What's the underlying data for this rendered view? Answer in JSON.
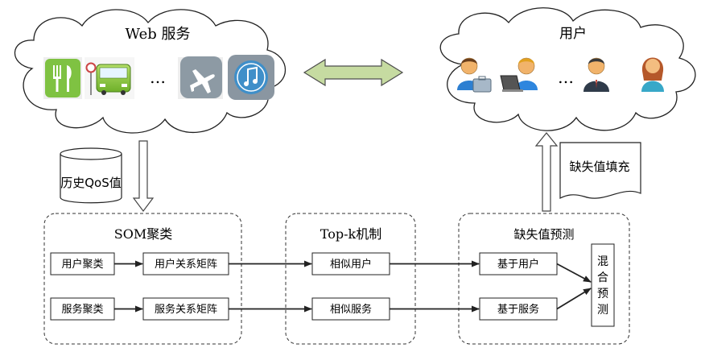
{
  "web_cloud": {
    "title": "Web 服务",
    "ellipsis": "…",
    "icons": [
      "restaurant-icon",
      "bus-icon",
      "airplane-icon",
      "music-icon"
    ]
  },
  "user_cloud": {
    "title": "用户",
    "ellipsis": "…",
    "icons": [
      "user-briefcase-icon",
      "user-laptop-icon",
      "user-suit-icon",
      "user-female-icon"
    ]
  },
  "database": {
    "label": "历史QoS值"
  },
  "fill_doc": {
    "label": "缺失值填充"
  },
  "som": {
    "title": "SOM聚类",
    "user_cluster": "用户聚类",
    "user_matrix": "用户关系矩阵",
    "service_cluster": "服务聚类",
    "service_matrix": "服务关系矩阵"
  },
  "topk": {
    "title": "Top-k机制",
    "similar_user": "相似用户",
    "similar_service": "相似服务"
  },
  "predict": {
    "title": "缺失值预测",
    "user_based": "基于用户",
    "service_based": "基于服务",
    "mixed": [
      "混",
      "合",
      "预",
      "测"
    ]
  },
  "colors": {
    "double_arrow": "#c6dba1",
    "arrow_outline": "#4d4d4d"
  }
}
